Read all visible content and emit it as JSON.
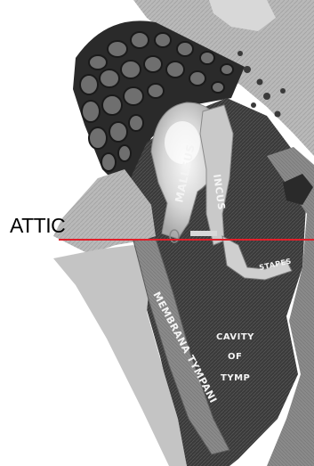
{
  "figure": {
    "callout_label": "ATTIC",
    "structure_labels": {
      "malleus": "MALLEUS",
      "incus": "INCUS",
      "stapes": "STAPES",
      "membrana": "MEMBRANA TYMPANI",
      "cavity_line1": "CAVITY",
      "cavity_line2": "OF",
      "cavity_line3": "TYMP"
    }
  },
  "colors": {
    "pointer_line": "#e0202a",
    "label_text": "#000000",
    "background": "#ffffff"
  }
}
